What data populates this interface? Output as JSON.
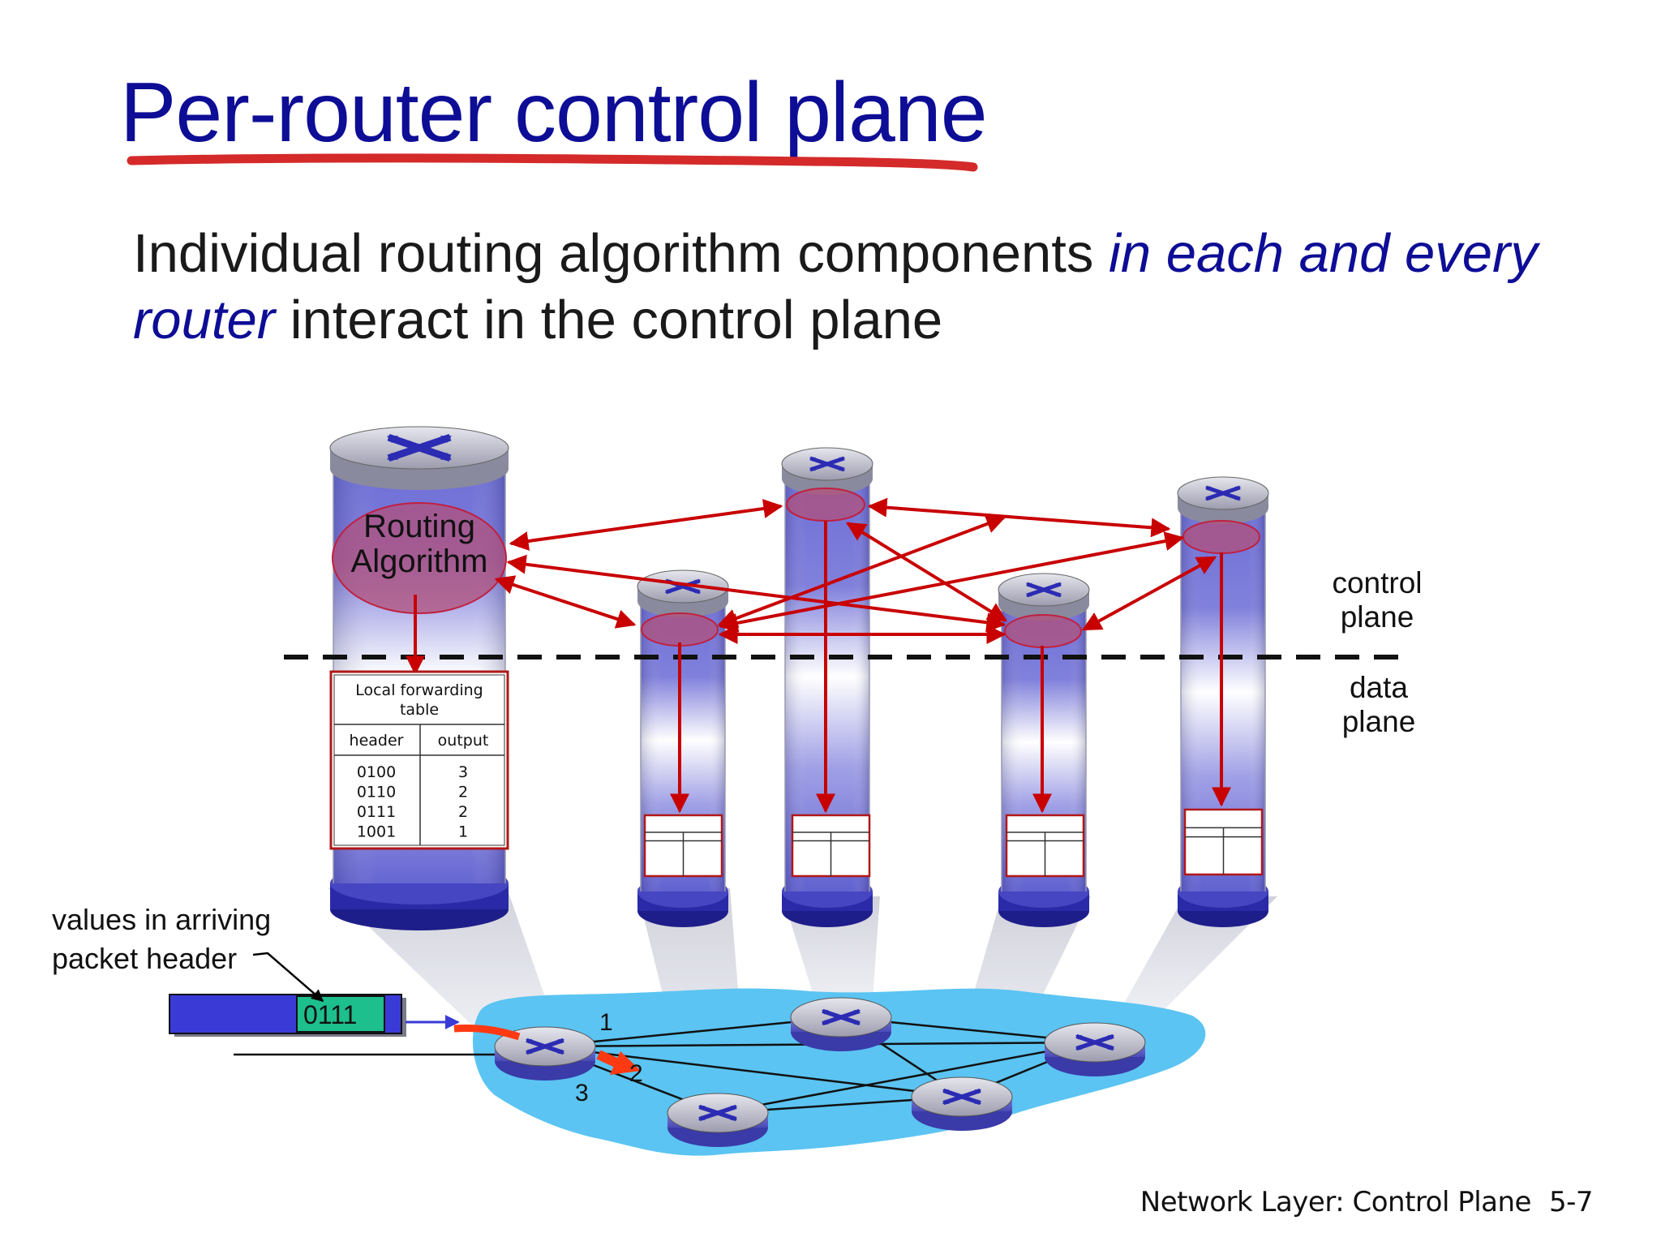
{
  "title": "Per-router control plane",
  "subtitle": {
    "part1": "Individual routing algorithm components ",
    "part2_emph": "in each and every router",
    "part3": " interact in the control plane"
  },
  "labels": {
    "control_plane": "control plane",
    "data_plane": "data plane",
    "routing_algorithm_line1": "Routing",
    "routing_algorithm_line2": "Algorithm",
    "values_line1": "values in arriving",
    "values_line2": "packet header",
    "packet_header_value": "0111",
    "port_1": "1",
    "port_2": "2",
    "port_3": "3"
  },
  "forwarding_table": {
    "title_line1": "Local forwarding",
    "title_line2": "table",
    "col_header": "header",
    "col_output": "output",
    "rows": [
      {
        "header": "0100",
        "output": "3"
      },
      {
        "header": "0110",
        "output": "2"
      },
      {
        "header": "0111",
        "output": "2"
      },
      {
        "header": "1001",
        "output": "1"
      }
    ]
  },
  "footer": {
    "text": "Network Layer: Control Plane",
    "page": "5-7"
  },
  "colors": {
    "title": "#0d0d96",
    "underline": "#d42a2a",
    "arrow": "#c80000",
    "cloud": "#5bc4f2",
    "router_body": "#6e6ed8",
    "packet": "#3a3ad6",
    "packet_field": "#1dbf8c"
  }
}
